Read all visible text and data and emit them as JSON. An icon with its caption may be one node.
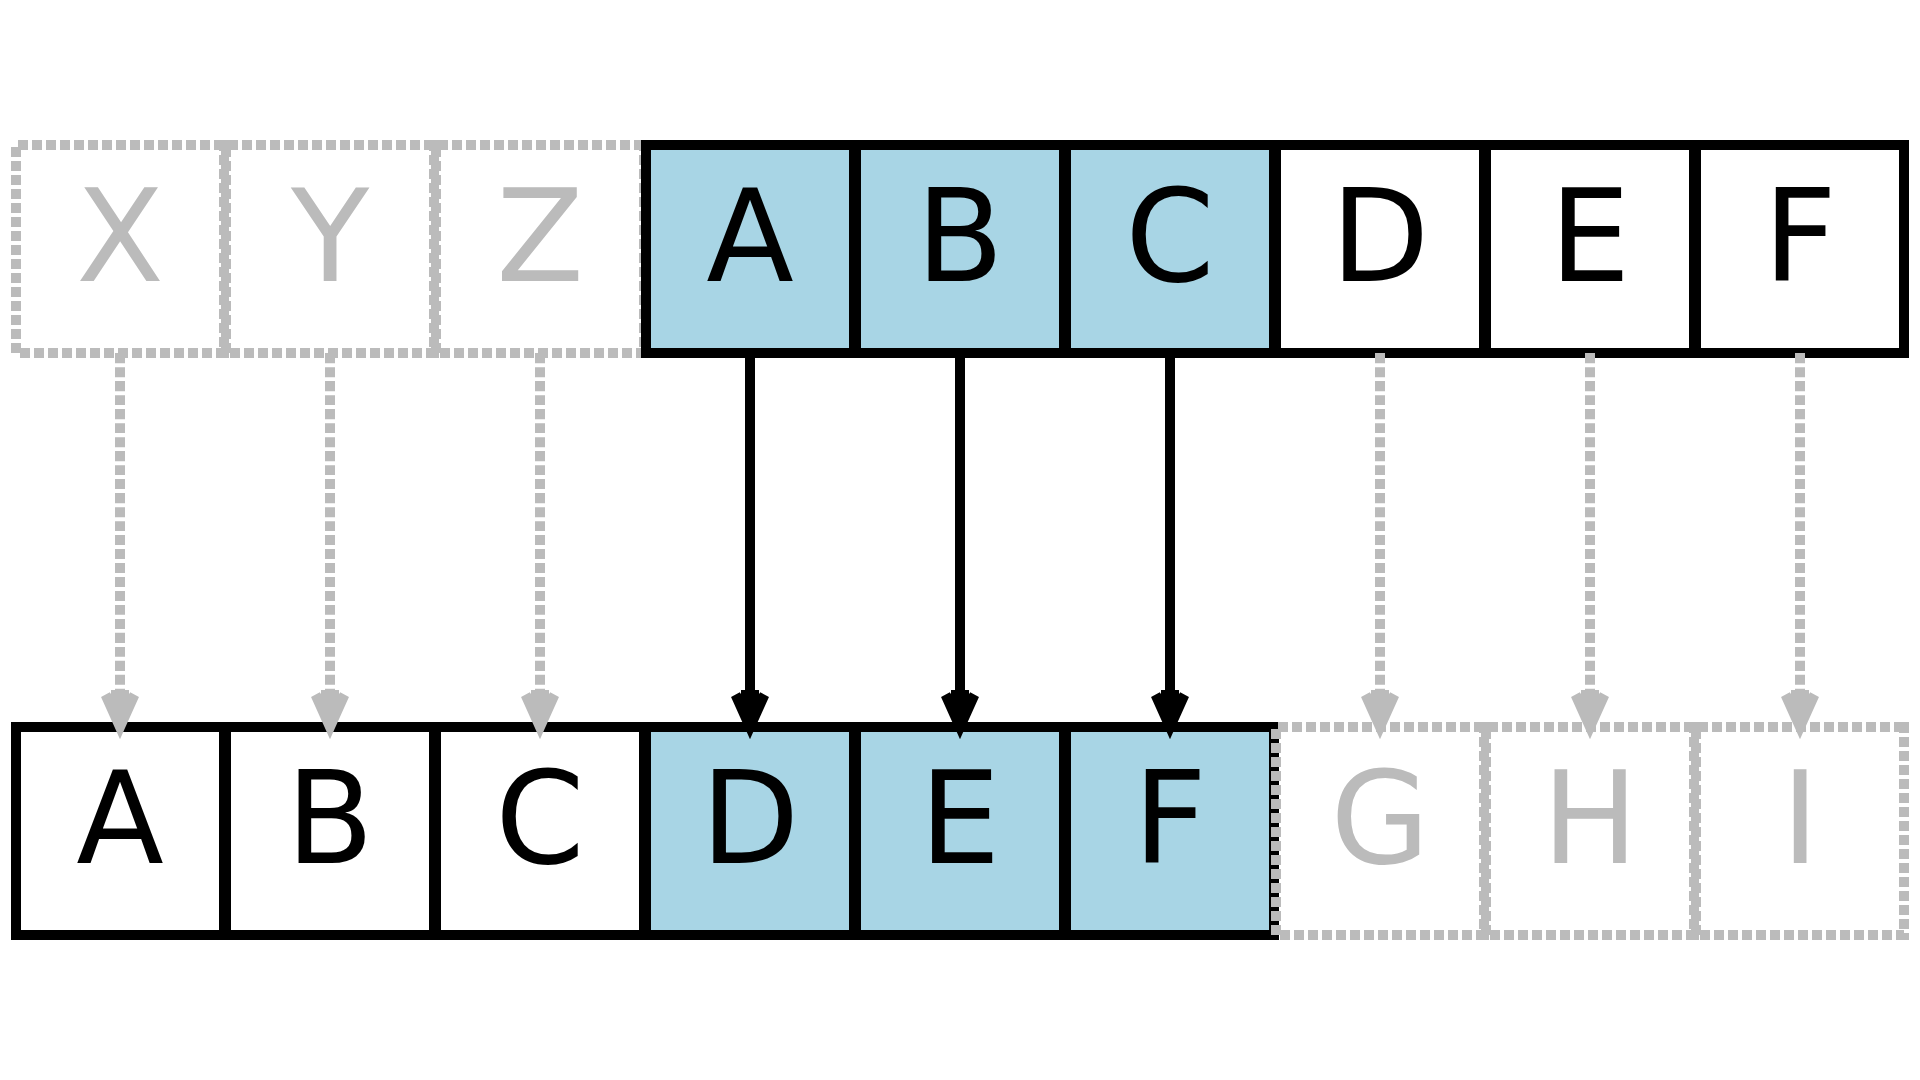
{
  "diagram": {
    "nodes": [
      {
        "text": [
          "X"
        ]
      },
      {
        "text": [
          "Y"
        ]
      },
      {
        "text": [
          "Z"
        ]
      },
      {
        "text": [
          "A"
        ]
      },
      {
        "text": [
          "B"
        ]
      },
      {
        "text": [
          "C"
        ]
      },
      {
        "text": [
          "D"
        ]
      },
      {
        "text": [
          "E"
        ]
      },
      {
        "text": [
          "F"
        ]
      },
      {
        "text": [
          "A"
        ]
      },
      {
        "text": [
          "B"
        ]
      },
      {
        "text": [
          "C"
        ]
      },
      {
        "text": [
          "D"
        ]
      },
      {
        "text": [
          "E"
        ]
      },
      {
        "text": [
          "F"
        ]
      },
      {
        "text": [
          "G"
        ]
      },
      {
        "text": [
          "H"
        ]
      },
      {
        "text": [
          "I"
        ]
      }
    ],
    "edges": [
      {
        "from": 0,
        "to": 9,
        "arrow": "to",
        "style": "dashed",
        "color": "#bbbbbb"
      },
      {
        "from": 1,
        "to": 10,
        "arrow": "to",
        "style": "dashed",
        "color": "#bbbbbb"
      },
      {
        "from": 2,
        "to": 11,
        "arrow": "to",
        "style": "dashed",
        "color": "#bbbbbb"
      },
      {
        "from": 3,
        "to": 12,
        "arrow": "to",
        "color": "#000000"
      },
      {
        "from": 4,
        "to": 13,
        "arrow": "to",
        "color": "#000000"
      },
      {
        "from": 5,
        "to": 14,
        "arrow": "to",
        "color": "#000000"
      },
      {
        "from": 6,
        "to": 15,
        "arrow": "to",
        "style": "dashed",
        "color": "#bbbbbb"
      },
      {
        "from": 7,
        "to": 16,
        "arrow": "to",
        "style": "dashed",
        "color": "#bbbbbb"
      },
      {
        "from": 8,
        "to": 17,
        "arrow": "to",
        "style": "dashed",
        "color": "#bbbbbb"
      }
    ]
  }
}
